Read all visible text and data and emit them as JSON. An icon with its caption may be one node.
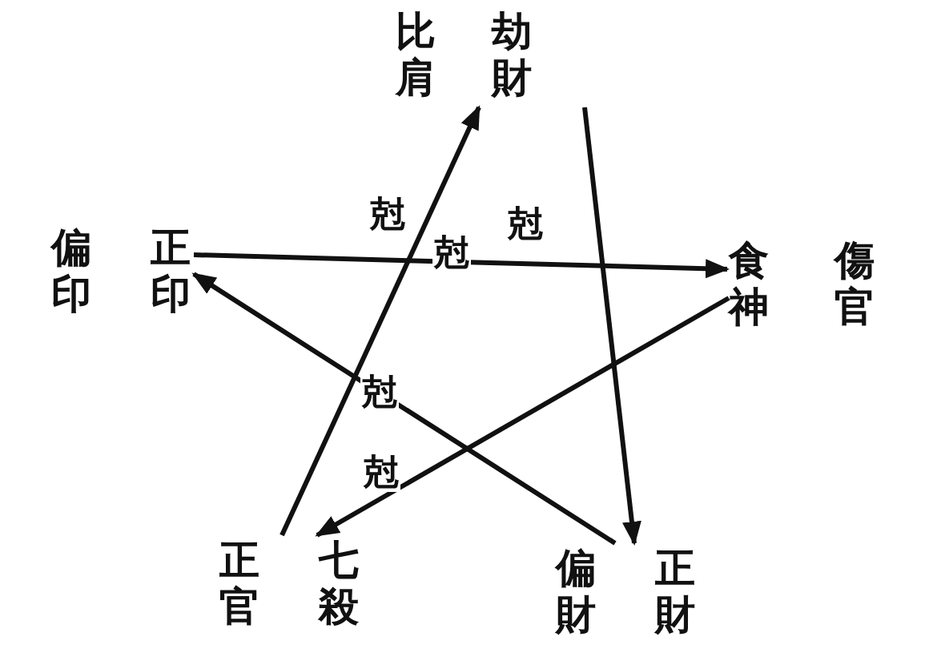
{
  "diagram": {
    "nodes": [
      {
        "text": [
          "比肩",
          "劫財"
        ]
      },
      {
        "text": [
          "偏印",
          "正印"
        ]
      },
      {
        "text": [
          "食神",
          "傷官"
        ]
      },
      {
        "text": [
          "正官",
          "七殺"
        ]
      },
      {
        "text": [
          "偏財",
          "正財"
        ]
      }
    ],
    "edges": [
      {
        "from": 3,
        "to": 0,
        "arrow": "to",
        "label": "尅"
      },
      {
        "from": 0,
        "to": 4,
        "arrow": "to",
        "label": "尅"
      },
      {
        "from": 4,
        "to": 1,
        "arrow": "to",
        "label": "尅"
      },
      {
        "from": 1,
        "to": 2,
        "arrow": "to",
        "label": "尅"
      },
      {
        "from": 2,
        "to": 3,
        "arrow": "to",
        "label": "尅"
      }
    ]
  }
}
